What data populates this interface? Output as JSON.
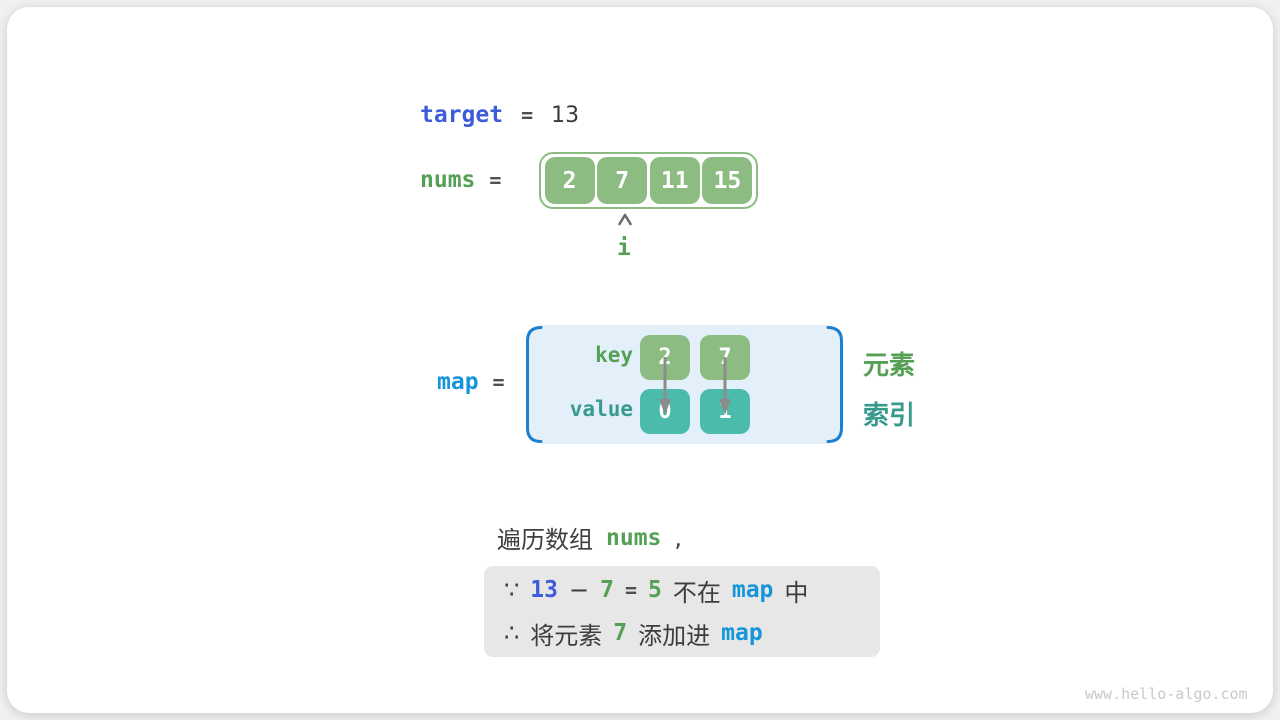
{
  "colors": {
    "keyword_blue": "#3c5cda",
    "map_azure": "#1595da",
    "green_text": "#56a056",
    "green_box": "#8cbc82",
    "teal_box": "#4bbcab",
    "teal_text": "#389a8d",
    "panel_blue_bg": "#e3f0f9",
    "bracket_blue": "#1c80d2",
    "note_bg": "#e7e7e7",
    "text_dark": "#3c3c3c",
    "arrow_gray": "#8c8c8c",
    "watermark_gray": "#c9c9c9"
  },
  "target": {
    "label": "target",
    "eq": "=",
    "value": "13"
  },
  "nums": {
    "label": "nums",
    "eq": "=",
    "cells": [
      "2",
      "7",
      "11",
      "15"
    ],
    "pointer_label": "i"
  },
  "map": {
    "label": "map",
    "eq": "=",
    "key_label": "key",
    "value_label": "value",
    "keys": [
      "2",
      "7"
    ],
    "values": [
      "0",
      "1"
    ],
    "element_label": "元素",
    "index_label": "索引"
  },
  "caption": {
    "prefix": "遍历数组",
    "code": "nums",
    "comma": ","
  },
  "note": {
    "line1": {
      "because": "∵",
      "minuend": "13",
      "minus": "−",
      "subtrahend": "7",
      "eq": "=",
      "diff": "5",
      "not_in": "不在",
      "map": "map",
      "suffix": "中"
    },
    "line2": {
      "therefore": "∴",
      "text1": "将元素",
      "num": "7",
      "text2": "添加进",
      "map": "map"
    }
  },
  "watermark": "www.hello-algo.com"
}
